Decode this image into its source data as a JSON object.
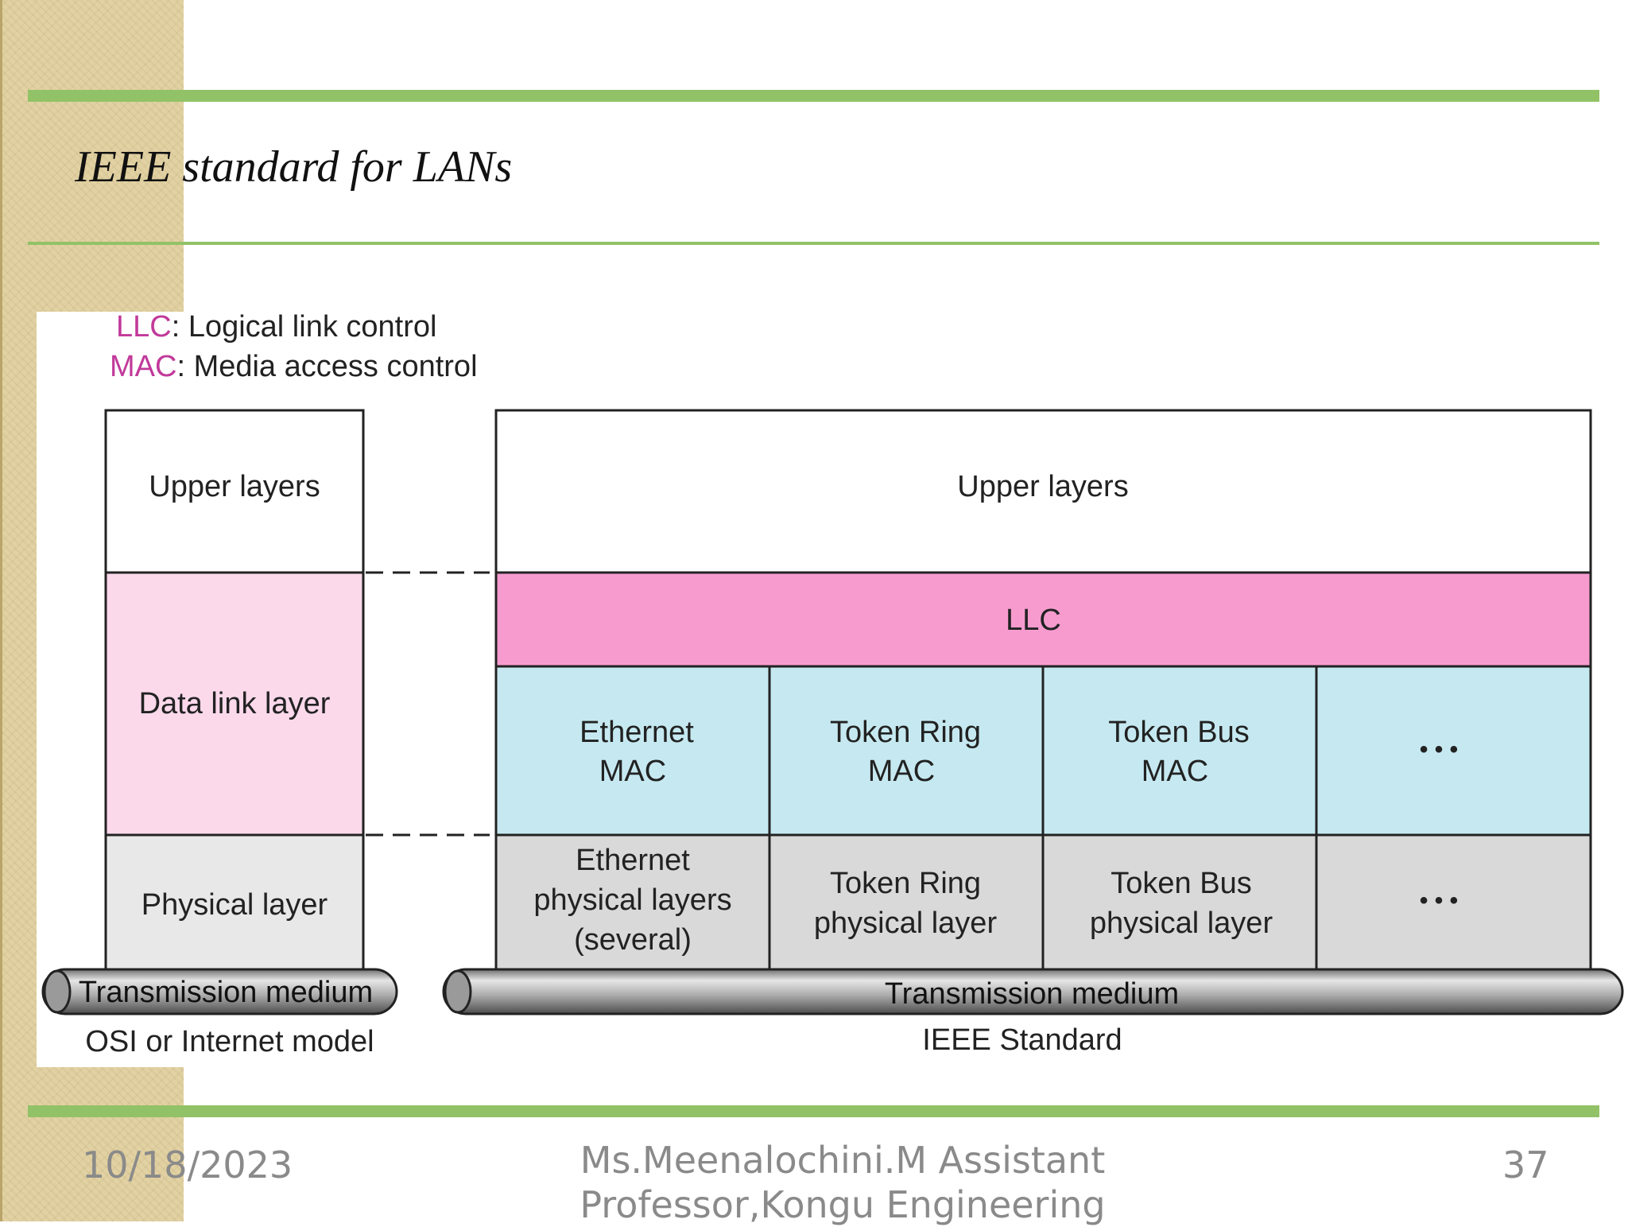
{
  "slide": {
    "title": "IEEE standard for LANs",
    "accent_color": "#92c267",
    "sidebar_color": "#e2d2a3"
  },
  "diagram": {
    "legend": [
      {
        "abbr": "LLC",
        "text": ": Logical link control"
      },
      {
        "abbr": "MAC",
        "text": ": Media access control"
      }
    ],
    "osi": {
      "upper": "Upper layers",
      "data_link": "Data link layer",
      "physical": "Physical layer",
      "medium": "Transmission medium",
      "caption": "OSI or Internet model"
    },
    "ieee": {
      "upper": "Upper layers",
      "llc": "LLC",
      "mac": [
        [
          "Ethernet",
          "MAC"
        ],
        [
          "Token Ring",
          "MAC"
        ],
        [
          "Token Bus",
          "MAC"
        ],
        [
          "• • •"
        ]
      ],
      "physical": [
        [
          "Ethernet",
          "physical layers",
          "(several)"
        ],
        [
          "Token Ring",
          "physical layer"
        ],
        [
          "Token Bus",
          "physical layer"
        ],
        [
          "• • •"
        ]
      ],
      "medium": "Transmission medium",
      "caption": "IEEE Standard"
    },
    "colors": {
      "data_link_fill": "#fbd9eb",
      "llc_fill": "#f79bcf",
      "mac_fill": "#c6e9f1",
      "physical_fill": "#d9d9d9",
      "osi_physical_fill": "#e8e8e8",
      "legend_abbr": "#c1399a"
    }
  },
  "footer": {
    "date": "10/18/2023",
    "author_line1": "Ms.Meenalochini.M Assistant",
    "author_line2": "Professor,Kongu Engineering",
    "page": "37"
  }
}
